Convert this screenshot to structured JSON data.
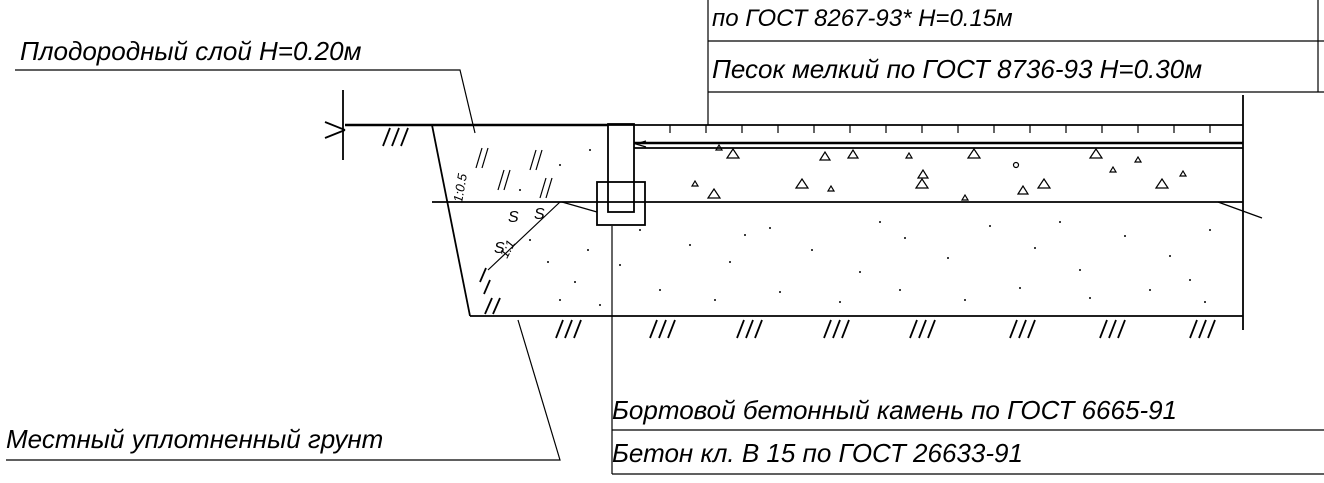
{
  "labels": {
    "top_layer_line1": "по ГОСТ 8267-93* Н=0.15м",
    "top_layer_line2": "Песок мелкий по ГОСТ 8736-93 Н=0.30м",
    "fertile_layer": "Плодородный слой Н=0.20м",
    "curb_stone": "Бортовой бетонный камень по ГОСТ 6665-91",
    "concrete": "Бетон кл. В 15 по ГОСТ 26633-91",
    "local_soil": "Местный уплотненный грунт"
  },
  "slopes": {
    "upper": "1:0.5",
    "lower": "1:1"
  },
  "colors": {
    "ink": "#000000",
    "paper": "#ffffff"
  }
}
